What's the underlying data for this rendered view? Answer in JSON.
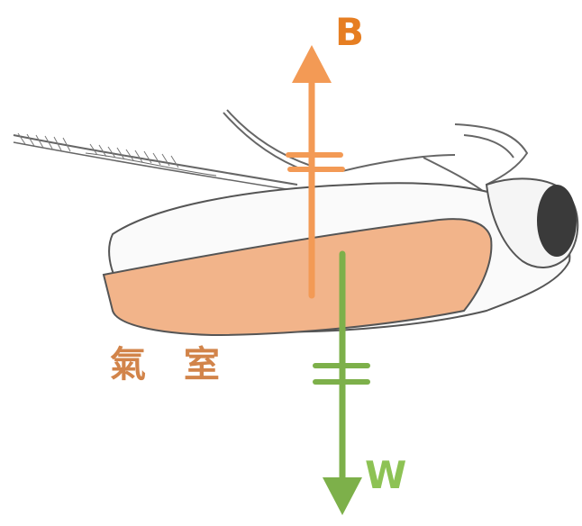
{
  "labels": {
    "buoyancy": "B",
    "weight": "W",
    "air_chamber": "氣 室"
  },
  "colors": {
    "buoyancy_arrow": "#f39a55",
    "buoyancy_label": "#e67e22",
    "weight_arrow": "#7db04a",
    "weight_label": "#8dc254",
    "air_chamber_fill": "#f2b48a",
    "air_chamber_label": "#d2844a",
    "insect_outline": "#555555",
    "eye": "#3a3a3a"
  }
}
